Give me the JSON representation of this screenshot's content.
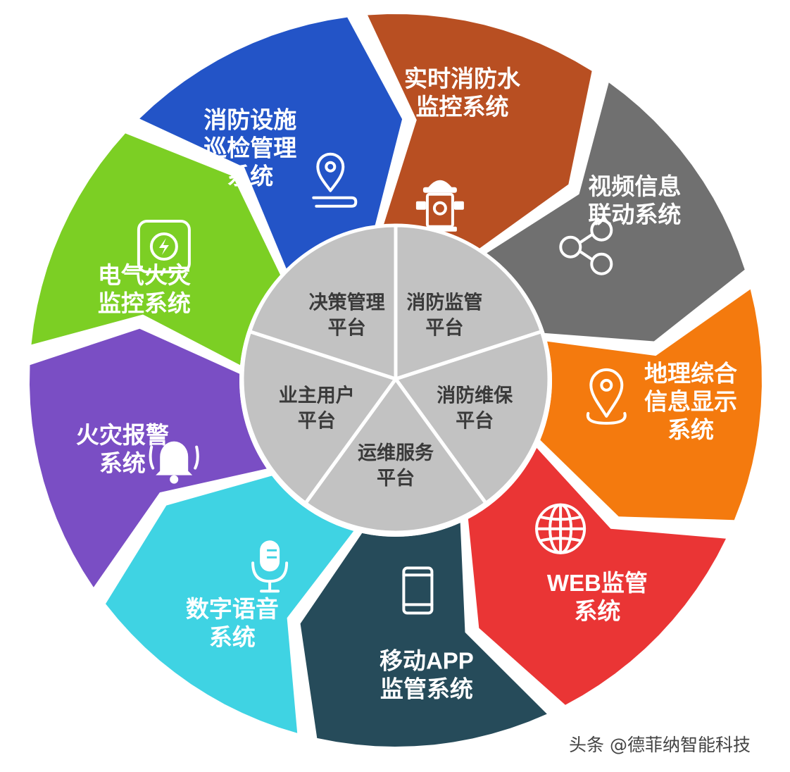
{
  "outer_modules": [
    {
      "id": "fire-water",
      "lines": [
        "实时消防水",
        "监控系统"
      ],
      "color": "#b84f22",
      "icon": "fire-hydrant-icon"
    },
    {
      "id": "video",
      "lines": [
        "视频信息",
        "联动系统"
      ],
      "color": "#707070",
      "icon": "share-nodes-icon"
    },
    {
      "id": "geo",
      "lines": [
        "地理综合",
        "信息显示",
        "系统"
      ],
      "color": "#f47a0e",
      "icon": "map-pin-icon"
    },
    {
      "id": "web",
      "lines": [
        "WEB监管",
        "系统"
      ],
      "color": "#ea3535",
      "icon": "globe-icon"
    },
    {
      "id": "app",
      "lines": [
        "移动APP",
        "监管系统"
      ],
      "color": "#264b5a",
      "icon": "mobile-phone-icon"
    },
    {
      "id": "voice",
      "lines": [
        "数字语音",
        "系统"
      ],
      "color": "#3fd3e3",
      "icon": "microphone-icon"
    },
    {
      "id": "alarm",
      "lines": [
        "火灾报警",
        "系统"
      ],
      "color": "#7a4ec4",
      "icon": "bell-icon"
    },
    {
      "id": "electric",
      "lines": [
        "电气火灾",
        "监控系统"
      ],
      "color": "#7ccf24",
      "icon": "lightning-icon"
    },
    {
      "id": "patrol",
      "lines": [
        "消防设施",
        "巡检管理",
        "系统"
      ],
      "color": "#2354c7",
      "icon": "location-pin-icon"
    }
  ],
  "inner_platforms": [
    {
      "id": "supervision",
      "lines": [
        "消防监管",
        "平台"
      ]
    },
    {
      "id": "maintenance",
      "lines": [
        "消防维保",
        "平台"
      ]
    },
    {
      "id": "ops",
      "lines": [
        "运维服务",
        "平台"
      ]
    },
    {
      "id": "owner",
      "lines": [
        "业主用户",
        "平台"
      ]
    },
    {
      "id": "decision",
      "lines": [
        "决策管理",
        "平台"
      ]
    }
  ],
  "inner_color": "#c2c2c2",
  "watermark": "头条 @德菲纳智能科技"
}
